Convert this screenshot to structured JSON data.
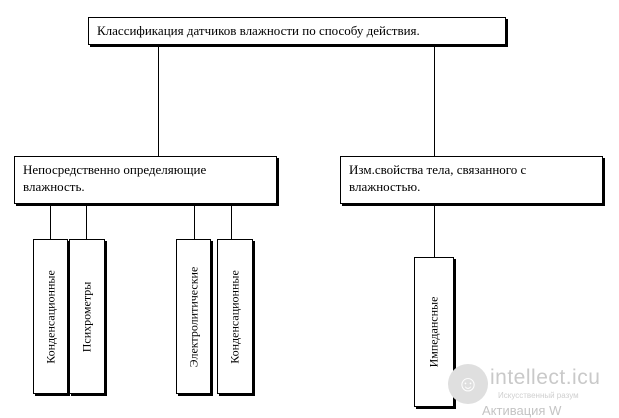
{
  "root": {
    "label": "Классификация датчиков влажности по способу действия."
  },
  "branches": [
    {
      "lines": [
        "Непосредственно определяющие",
        "влажность."
      ],
      "leaves": [
        "Конденсационные",
        "Психрометры",
        "Электролитические",
        "Конденсационные"
      ]
    },
    {
      "lines": [
        "Изм.свойства тела, связанного с",
        "влажностью."
      ],
      "leaves": [
        "Импедансные"
      ]
    }
  ],
  "watermark": {
    "brand": "intellect.icu",
    "tagline": "Искусственный разум",
    "activation": "Активация W",
    "colors": {
      "logo": "#dfdfdf",
      "text": "#c9c9c9"
    }
  }
}
